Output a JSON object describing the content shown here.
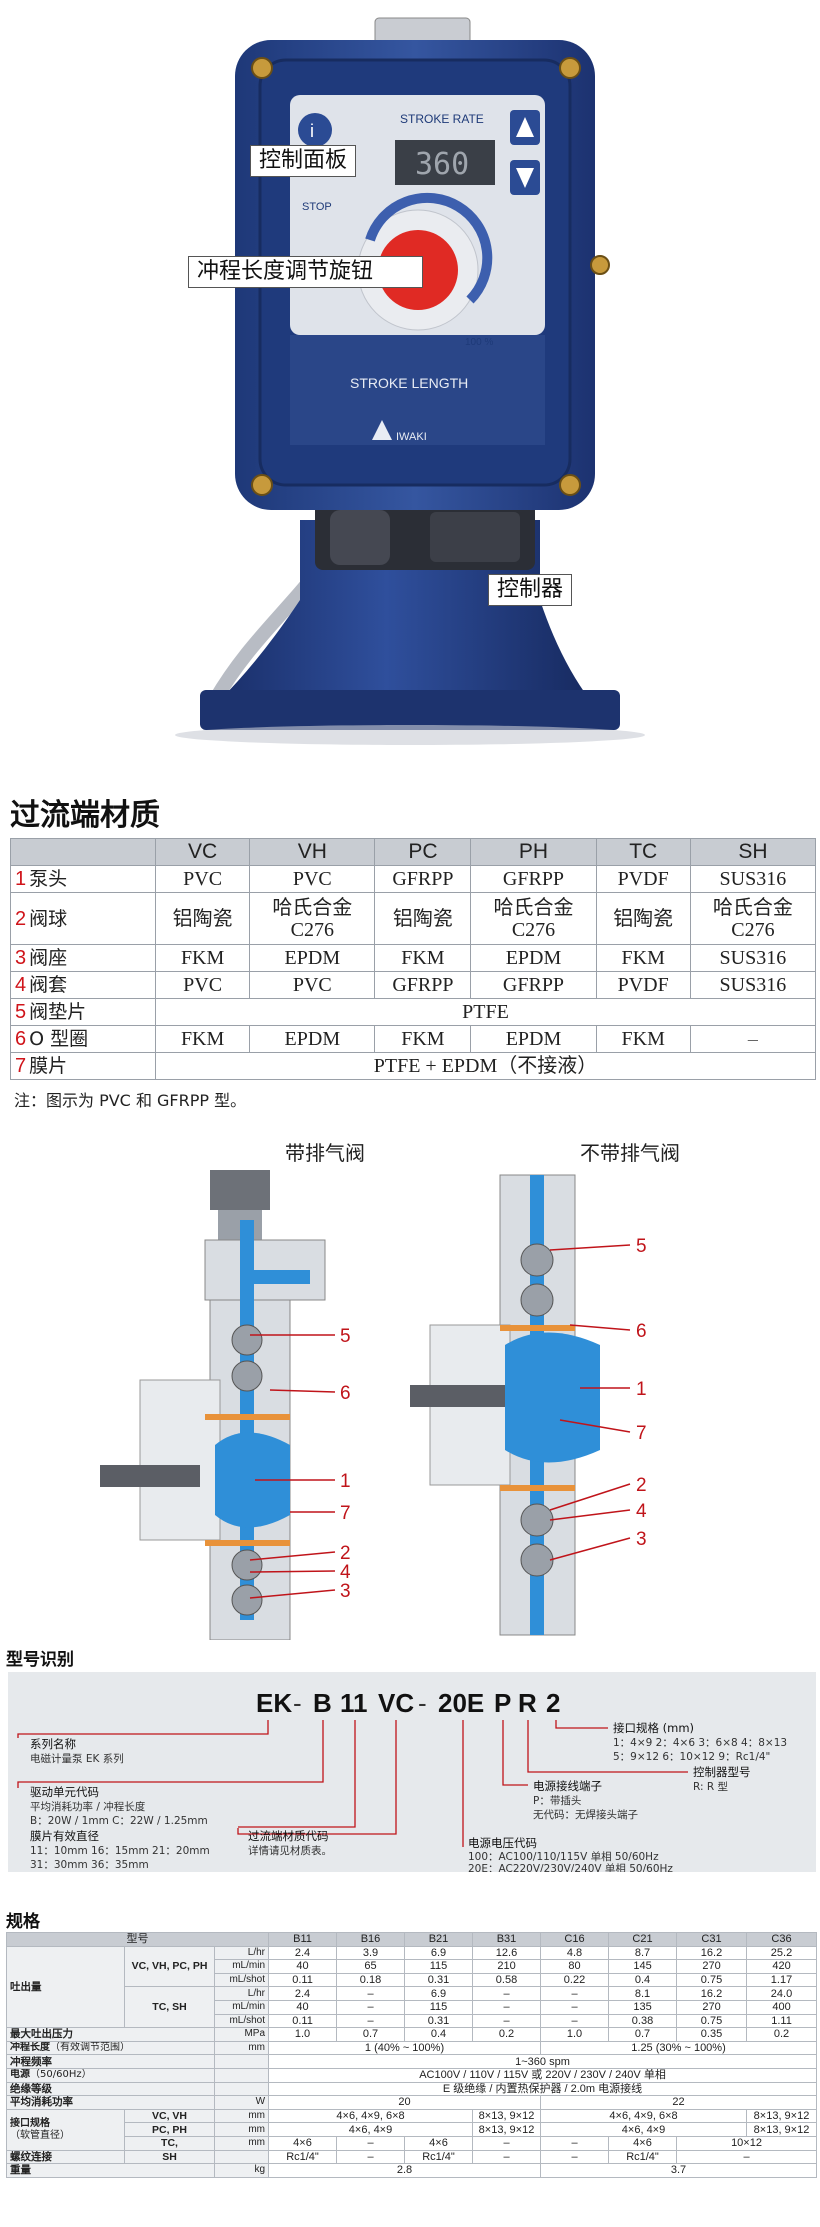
{
  "photo": {
    "panel_title": "STROKE RATE",
    "display_value": "360",
    "stop_label": "STOP",
    "dial_label": "STROKE LENGTH",
    "dial_max": "100 %",
    "brand": "IWAKI",
    "callouts": [
      "控制面板",
      "冲程长度调节旋钮",
      "控制器"
    ],
    "colors": {
      "housing": "#2d4a8f",
      "panel": "#dfe3ea",
      "dial": "#e02a24"
    }
  },
  "materials": {
    "title": "过流端材质",
    "columns": [
      "VC",
      "VH",
      "PC",
      "PH",
      "TC",
      "SH"
    ],
    "rows": [
      {
        "num": "1",
        "name": "泵头",
        "cells": [
          "PVC",
          "PVC",
          "GFRPP",
          "GFRPP",
          "PVDF",
          "SUS316"
        ]
      },
      {
        "num": "2",
        "name": "阀球",
        "cells": [
          "铝陶瓷",
          "哈氏合金|C276",
          "铝陶瓷",
          "哈氏合金|C276",
          "铝陶瓷",
          "哈氏合金|C276"
        ]
      },
      {
        "num": "3",
        "name": "阀座",
        "cells": [
          "FKM",
          "EPDM",
          "FKM",
          "EPDM",
          "FKM",
          "SUS316"
        ]
      },
      {
        "num": "4",
        "name": "阀套",
        "cells": [
          "PVC",
          "PVC",
          "GFRPP",
          "GFRPP",
          "PVDF",
          "SUS316"
        ]
      },
      {
        "num": "5",
        "name": "阀垫片",
        "span": "PTFE"
      },
      {
        "num": "6",
        "name": "O 型圈",
        "cells": [
          "FKM",
          "EPDM",
          "FKM",
          "EPDM",
          "FKM",
          "–"
        ]
      },
      {
        "num": "7",
        "name": "膜片",
        "span": "PTFE + EPDM（不接液）"
      }
    ],
    "note": "注：图示为 PVC 和 GFRPP 型。"
  },
  "diagram": {
    "left_title": "带排气阀",
    "right_title": "不带排气阀",
    "left_nums": [
      "5",
      "6",
      "1",
      "7",
      "2",
      "4",
      "3"
    ],
    "right_nums": [
      "5",
      "6",
      "1",
      "7",
      "2",
      "4",
      "3"
    ],
    "colors": {
      "liquid": "#2f8fd8",
      "body": "#d9dde2",
      "orange": "#e8923a"
    }
  },
  "model": {
    "title": "型号识别",
    "code": [
      "EK",
      "B",
      "11",
      "VC",
      "20E",
      "P",
      "R",
      "2"
    ],
    "labels": {
      "series": "系列名称",
      "series_desc": "电磁计量泵 EK 系列",
      "drive": "驱动单元代码",
      "drive_desc1": "平均消耗功率 / 冲程长度",
      "drive_desc2": "B：20W / 1mm    C：22W / 1.25mm",
      "dia": "膜片有效直径",
      "dia_desc1": "11：10mm  16：15mm  21：20mm",
      "dia_desc2": "31：30mm  36：35mm",
      "mat": "过流端材质代码",
      "mat_desc": "详情请见材质表。",
      "volt": "电源电压代码",
      "volt_desc1": "100：AC100/110/115V 单相 50/60Hz",
      "volt_desc2": "20E：AC220V/230V/240V 单相 50/60Hz",
      "term": "电源接线端子",
      "term_desc1": "P：带插头",
      "term_desc2": "无代码：无焊接头端子",
      "ctrl": "控制器型号",
      "ctrl_desc": "R: R 型",
      "conn": "接口规格 (mm)",
      "conn_desc1": "1：4×9  2：4×6  3：6×8  4：8×13",
      "conn_desc2": "5：9×12  6：10×12  9：Rc1/4\""
    }
  },
  "spec": {
    "title": "规格",
    "header_label": "型号",
    "models": [
      "B11",
      "B16",
      "B21",
      "B31",
      "C16",
      "C21",
      "C31",
      "C36"
    ],
    "output_label": "吐出量",
    "group1": "VC, VH, PC, PH",
    "group2": "TC, SH",
    "units": [
      "L/hr",
      "mL/min",
      "mL/shot"
    ],
    "g1_rows": [
      [
        "2.4",
        "3.9",
        "6.9",
        "12.6",
        "4.8",
        "8.7",
        "16.2",
        "25.2"
      ],
      [
        "40",
        "65",
        "115",
        "210",
        "80",
        "145",
        "270",
        "420"
      ],
      [
        "0.11",
        "0.18",
        "0.31",
        "0.58",
        "0.22",
        "0.4",
        "0.75",
        "1.17"
      ]
    ],
    "g2_rows": [
      [
        "2.4",
        "–",
        "6.9",
        "–",
        "–",
        "8.1",
        "16.2",
        "24.0"
      ],
      [
        "40",
        "–",
        "115",
        "–",
        "–",
        "135",
        "270",
        "400"
      ],
      [
        "0.11",
        "–",
        "0.31",
        "–",
        "–",
        "0.38",
        "0.75",
        "1.11"
      ]
    ],
    "pressure_label": "最大吐出压力",
    "pressure_unit": "MPa",
    "pressure": [
      "1.0",
      "0.7",
      "0.4",
      "0.2",
      "1.0",
      "0.7",
      "0.35",
      "0.2"
    ],
    "stroke_label": "冲程长度",
    "stroke_note": "（有效调节范围）",
    "stroke_unit": "mm",
    "stroke_b": "1 (40% ~ 100%)",
    "stroke_c": "1.25 (30% ~ 100%)",
    "freq_label": "冲程频率",
    "freq": "1~360 spm",
    "power_label": "电源",
    "power_note": "（50/60Hz）",
    "power": "AC100V / 110V / 115V 或 220V / 230V / 240V 单相",
    "insul_label": "绝缘等级",
    "insul": "E 级绝缘 / 内置热保护器 / 2.0m 电源接线",
    "watt_label": "平均消耗功率",
    "watt_unit": "W",
    "watt_b": "20",
    "watt_c": "22",
    "conn_label": "接口规格",
    "conn_note": "（软管直径）",
    "conn_g1": "VC, VH",
    "conn_g2": "PC, PH",
    "conn_g3": "TC,",
    "conn_unit": "mm",
    "conn_r1": [
      "4×6, 4×9, 6×8",
      "8×13, 9×12",
      "4×6, 4×9, 6×8",
      "8×13, 9×12"
    ],
    "conn_r2": [
      "4×6, 4×9",
      "8×13, 9×12",
      "4×6, 4×9",
      "8×13, 9×12"
    ],
    "conn_r3": [
      "4×6",
      "–",
      "4×6",
      "–",
      "–",
      "4×6",
      "10×12"
    ],
    "thread_label": "螺纹连接",
    "thread_g": "SH",
    "thread": [
      "Rc1/4\"",
      "–",
      "Rc1/4\"",
      "–",
      "–",
      "Rc1/4\"",
      "–"
    ],
    "weight_label": "重量",
    "weight_unit": "kg",
    "weight_b": "2.8",
    "weight_c": "3.7"
  }
}
